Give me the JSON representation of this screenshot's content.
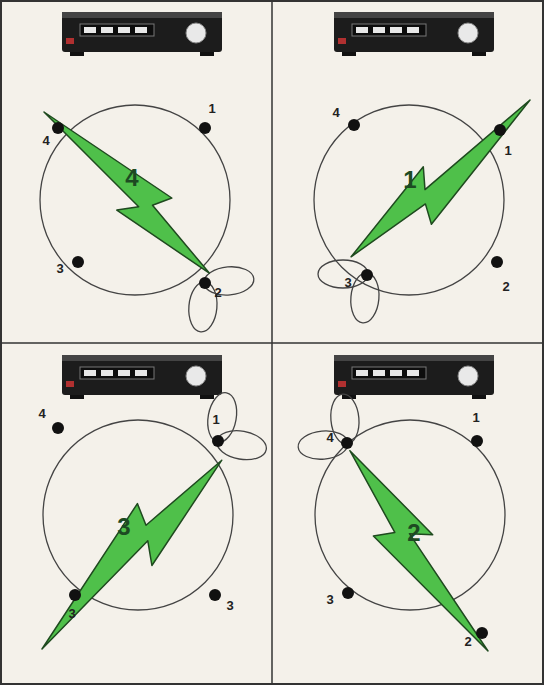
{
  "diagram": {
    "labels": [
      "4",
      "4",
      "1",
      "3",
      "2",
      "1",
      "4",
      "1",
      "3",
      "2",
      "3",
      "4",
      "1",
      "3",
      "3",
      "2",
      "4",
      "1",
      "3",
      "2"
    ]
  }
}
